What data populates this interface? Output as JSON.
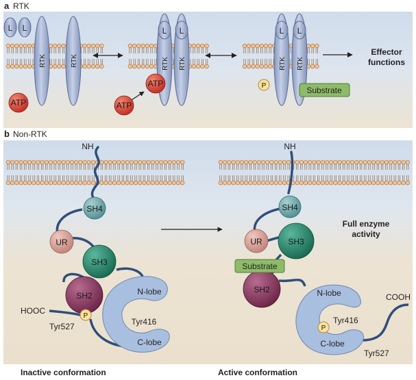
{
  "colors": {
    "receptor_fill": "#a8b5d3",
    "receptor_stroke": "#5a6a92",
    "atp_fill": "#d63a2c",
    "phosphate_fill": "#fbe29a",
    "substrate_fill": "#8dbb6a",
    "sh4_fill": "#6aa6a8",
    "ur_fill": "#d99d93",
    "sh3_fill": "#2a8a72",
    "sh2_fill": "#8a3e62",
    "kinase_fill": "#a9bfe0",
    "chain_stroke": "#2f4e7a",
    "membrane_head": "#f0c49c",
    "extracellular_bg": "#d6e2ef",
    "intracellular_bg": "#ece3d3"
  },
  "panel_a": {
    "letter": "a",
    "title": "RTK",
    "ligand_label": "L",
    "receptor_label": "RTK",
    "atp_label": "ATP",
    "phosphate_label": "P",
    "substrate_label": "Substrate",
    "effector_label_line1": "Effector",
    "effector_label_line2": "functions"
  },
  "panel_b": {
    "letter": "b",
    "title": "Non-RTK",
    "nh_label": "NH",
    "sh4_label": "SH4",
    "ur_label": "UR",
    "sh3_label": "SH3",
    "sh2_label": "SH2",
    "nlobe_label": "N-lobe",
    "clobe_label": "C-lobe",
    "tyr416_label": "Tyr416",
    "tyr527_label": "Tyr527",
    "hooc_label": "HOOC",
    "cooh_label": "COOH",
    "phosphate_label": "P",
    "substrate_label": "Substrate",
    "full_activity_line1": "Full enzyme",
    "full_activity_line2": "activity",
    "inactive_caption": "Inactive conformation",
    "active_caption": "Active conformation"
  }
}
